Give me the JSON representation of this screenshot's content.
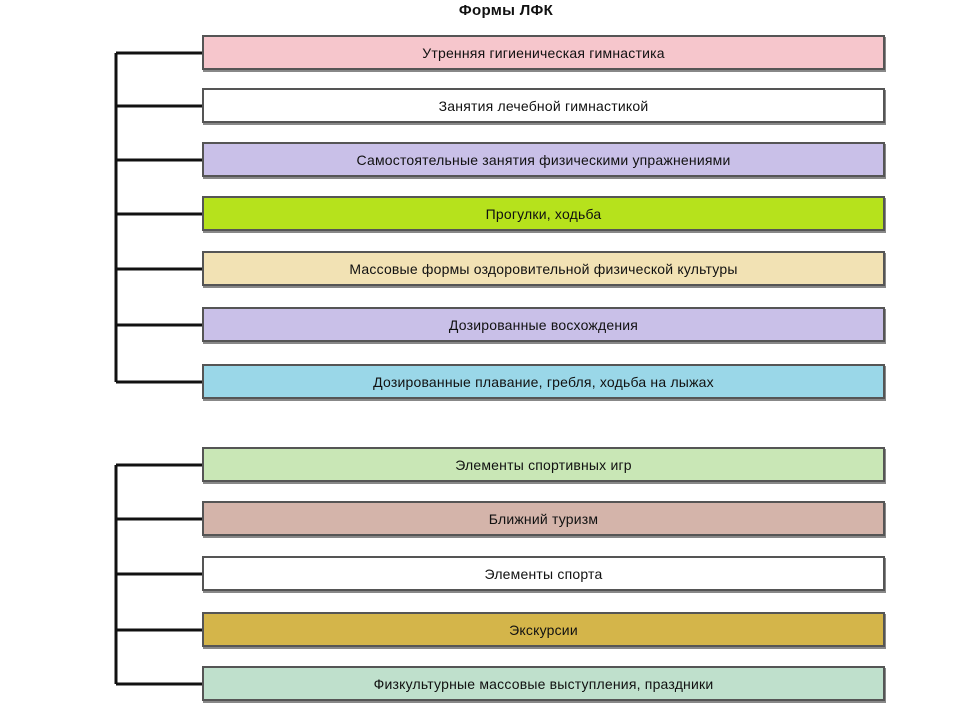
{
  "title": "Формы ЛФК",
  "group1": [
    {
      "label": "Утренняя гигиеническая гимнастика",
      "color": "#f6c6cc"
    },
    {
      "label": "Занятия лечебной гимнастикой",
      "color": "#ffffff"
    },
    {
      "label": "Самостоятельные занятия физическими упражнениями",
      "color": "#c9c0e8"
    },
    {
      "label": "Прогулки, ходьба",
      "color": "#b6e21c"
    },
    {
      "label": "Массовые формы оздоровительной физической культуры",
      "color": "#f2e2b4"
    },
    {
      "label": "Дозированные восхождения",
      "color": "#c9c0e8"
    },
    {
      "label": "Дозированные плавание, гребля, ходьба на лыжах",
      "color": "#9ad7e8"
    }
  ],
  "group2": [
    {
      "label": "Элементы спортивных игр",
      "color": "#c9e7b6"
    },
    {
      "label": "Ближний туризм",
      "color": "#d4b4aa"
    },
    {
      "label": "Элементы спорта",
      "color": "#ffffff"
    },
    {
      "label": "Экскурсии",
      "color": "#d4b54a"
    },
    {
      "label": "Физкультурные массовые выступления, праздники",
      "color": "#bfe0cc"
    }
  ]
}
